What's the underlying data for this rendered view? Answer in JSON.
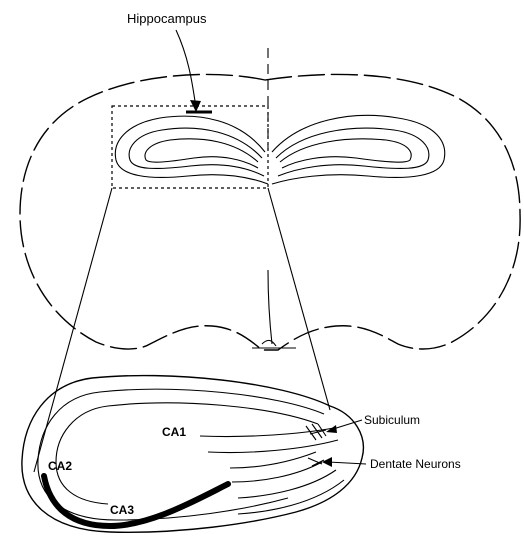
{
  "labels": {
    "hippocampus": "Hippocampus",
    "ca1": "CA1",
    "ca2": "CA2",
    "ca3": "CA3",
    "subiculum": "Subiculum",
    "dentate_neurons": "Dentate Neurons"
  },
  "colors": {
    "ink": "#000000",
    "background": "#ffffff"
  }
}
